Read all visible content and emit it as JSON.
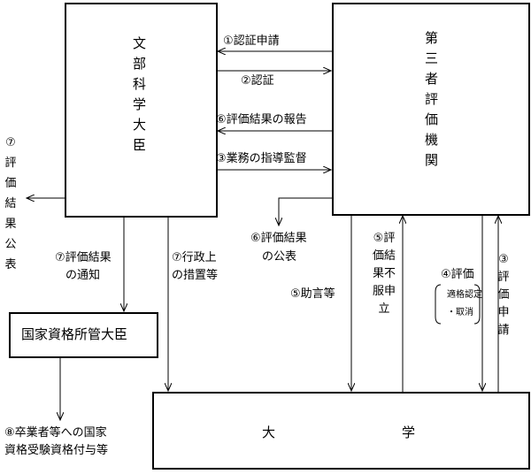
{
  "boxes": {
    "minister": "文部科学大臣",
    "agency": "第三者評価機関",
    "national": "国家資格所管大臣",
    "university_a": "大",
    "university_b": "学"
  },
  "arrows": {
    "a1": "①認証申請",
    "a2": "②認証",
    "a6_report": "⑥評価結果の報告",
    "a3_supervise": "③業務の指導監督",
    "a7_publish": "⑦評価結果公表",
    "a6_publish_1": "⑥評価結果",
    "a6_publish_2": "の公表",
    "a7_notify_1": "⑦評価結果",
    "a7_notify_2": "の通知",
    "a7_admin_1": "⑦行政上",
    "a7_admin_2": "の措置等",
    "a5_advice": "⑤助言等",
    "a5_objection": "⑤評価結果不服申立",
    "a4_eval": "④評価",
    "a4_note_1": "適格認定",
    "a4_note_2": "・取消",
    "a3_apply": "③評価申請",
    "a8_1": "⑧卒業者等への国家",
    "a8_2": "資格受験資格付与等"
  }
}
